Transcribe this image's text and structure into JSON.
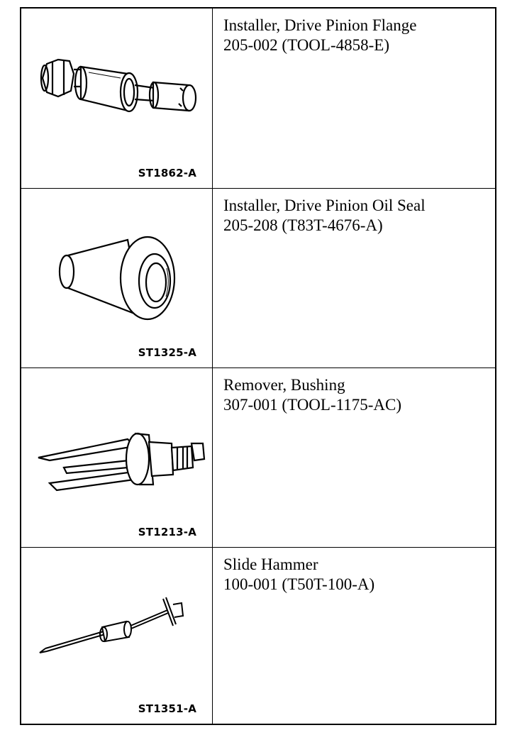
{
  "tools": [
    {
      "code": "ST1862-A",
      "title": "Installer, Drive Pinion Flange",
      "number": "205-002 (TOOL-4858-E)",
      "icon": "pinion-flange-installer-icon"
    },
    {
      "code": "ST1325-A",
      "title": "Installer, Drive Pinion Oil Seal",
      "number": "205-208 (T83T-4676-A)",
      "icon": "oil-seal-installer-icon"
    },
    {
      "code": "ST1213-A",
      "title": "Remover, Bushing",
      "number": "307-001 (TOOL-1175-AC)",
      "icon": "bushing-remover-icon"
    },
    {
      "code": "ST1351-A",
      "title": "Slide Hammer",
      "number": "100-001 (T50T-100-A)",
      "icon": "slide-hammer-icon"
    }
  ]
}
